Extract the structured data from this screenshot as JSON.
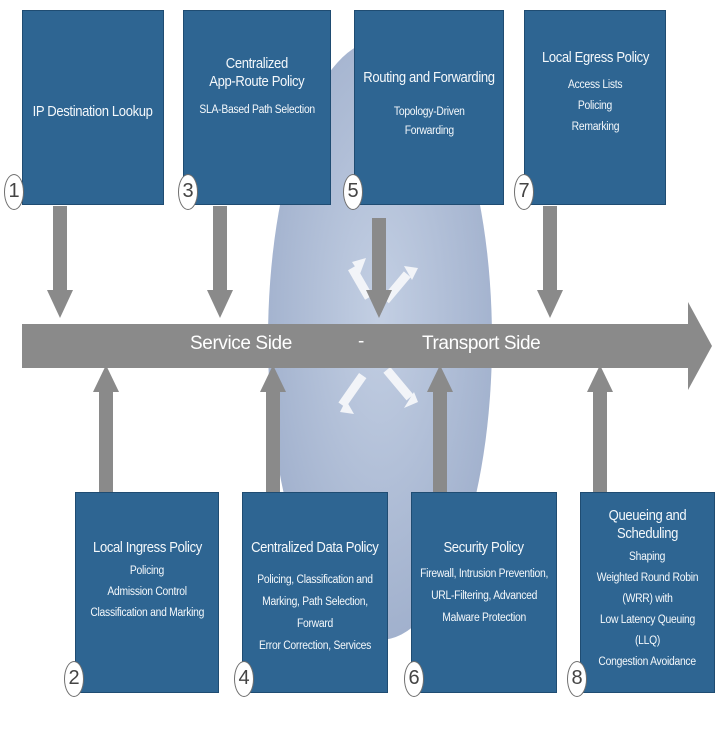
{
  "axis": {
    "service_label": "Service Side",
    "separator": "-",
    "transport_label": "Transport Side"
  },
  "colors": {
    "box_fill": "#2e6592",
    "bar_gray": "#8a8a8a",
    "globe": "#a9b8d2"
  },
  "top_boxes": [
    {
      "number": "1",
      "title": "IP Destination Lookup",
      "lines": []
    },
    {
      "number": "3",
      "title": "Centralized\nApp-Route Policy",
      "lines": [
        "SLA-Based Path Selection"
      ]
    },
    {
      "number": "5",
      "title": "Routing and Forwarding",
      "lines": [
        "Topology-Driven\nForwarding"
      ]
    },
    {
      "number": "7",
      "title": "Local Egress Policy",
      "lines": [
        "Access Lists",
        "Policing",
        "Remarking"
      ]
    }
  ],
  "bottom_boxes": [
    {
      "number": "2",
      "title": "Local Ingress Policy",
      "lines": [
        "Policing",
        "Admission Control",
        "Classification and Marking"
      ]
    },
    {
      "number": "4",
      "title": "Centralized Data Policy",
      "lines": [
        "Policing, Classification and\nMarking, Path Selection, Forward\nError Correction, Services"
      ]
    },
    {
      "number": "6",
      "title": "Security Policy",
      "lines": [
        "Firewall, Intrusion Prevention,\nURL-Filtering, Advanced\nMalware Protection"
      ]
    },
    {
      "number": "8",
      "title": "Queueing and Scheduling",
      "lines": [
        "Shaping",
        "Weighted Round Robin (WRR) with\nLow Latency Queuing (LLQ)",
        "Congestion Avoidance"
      ]
    }
  ]
}
